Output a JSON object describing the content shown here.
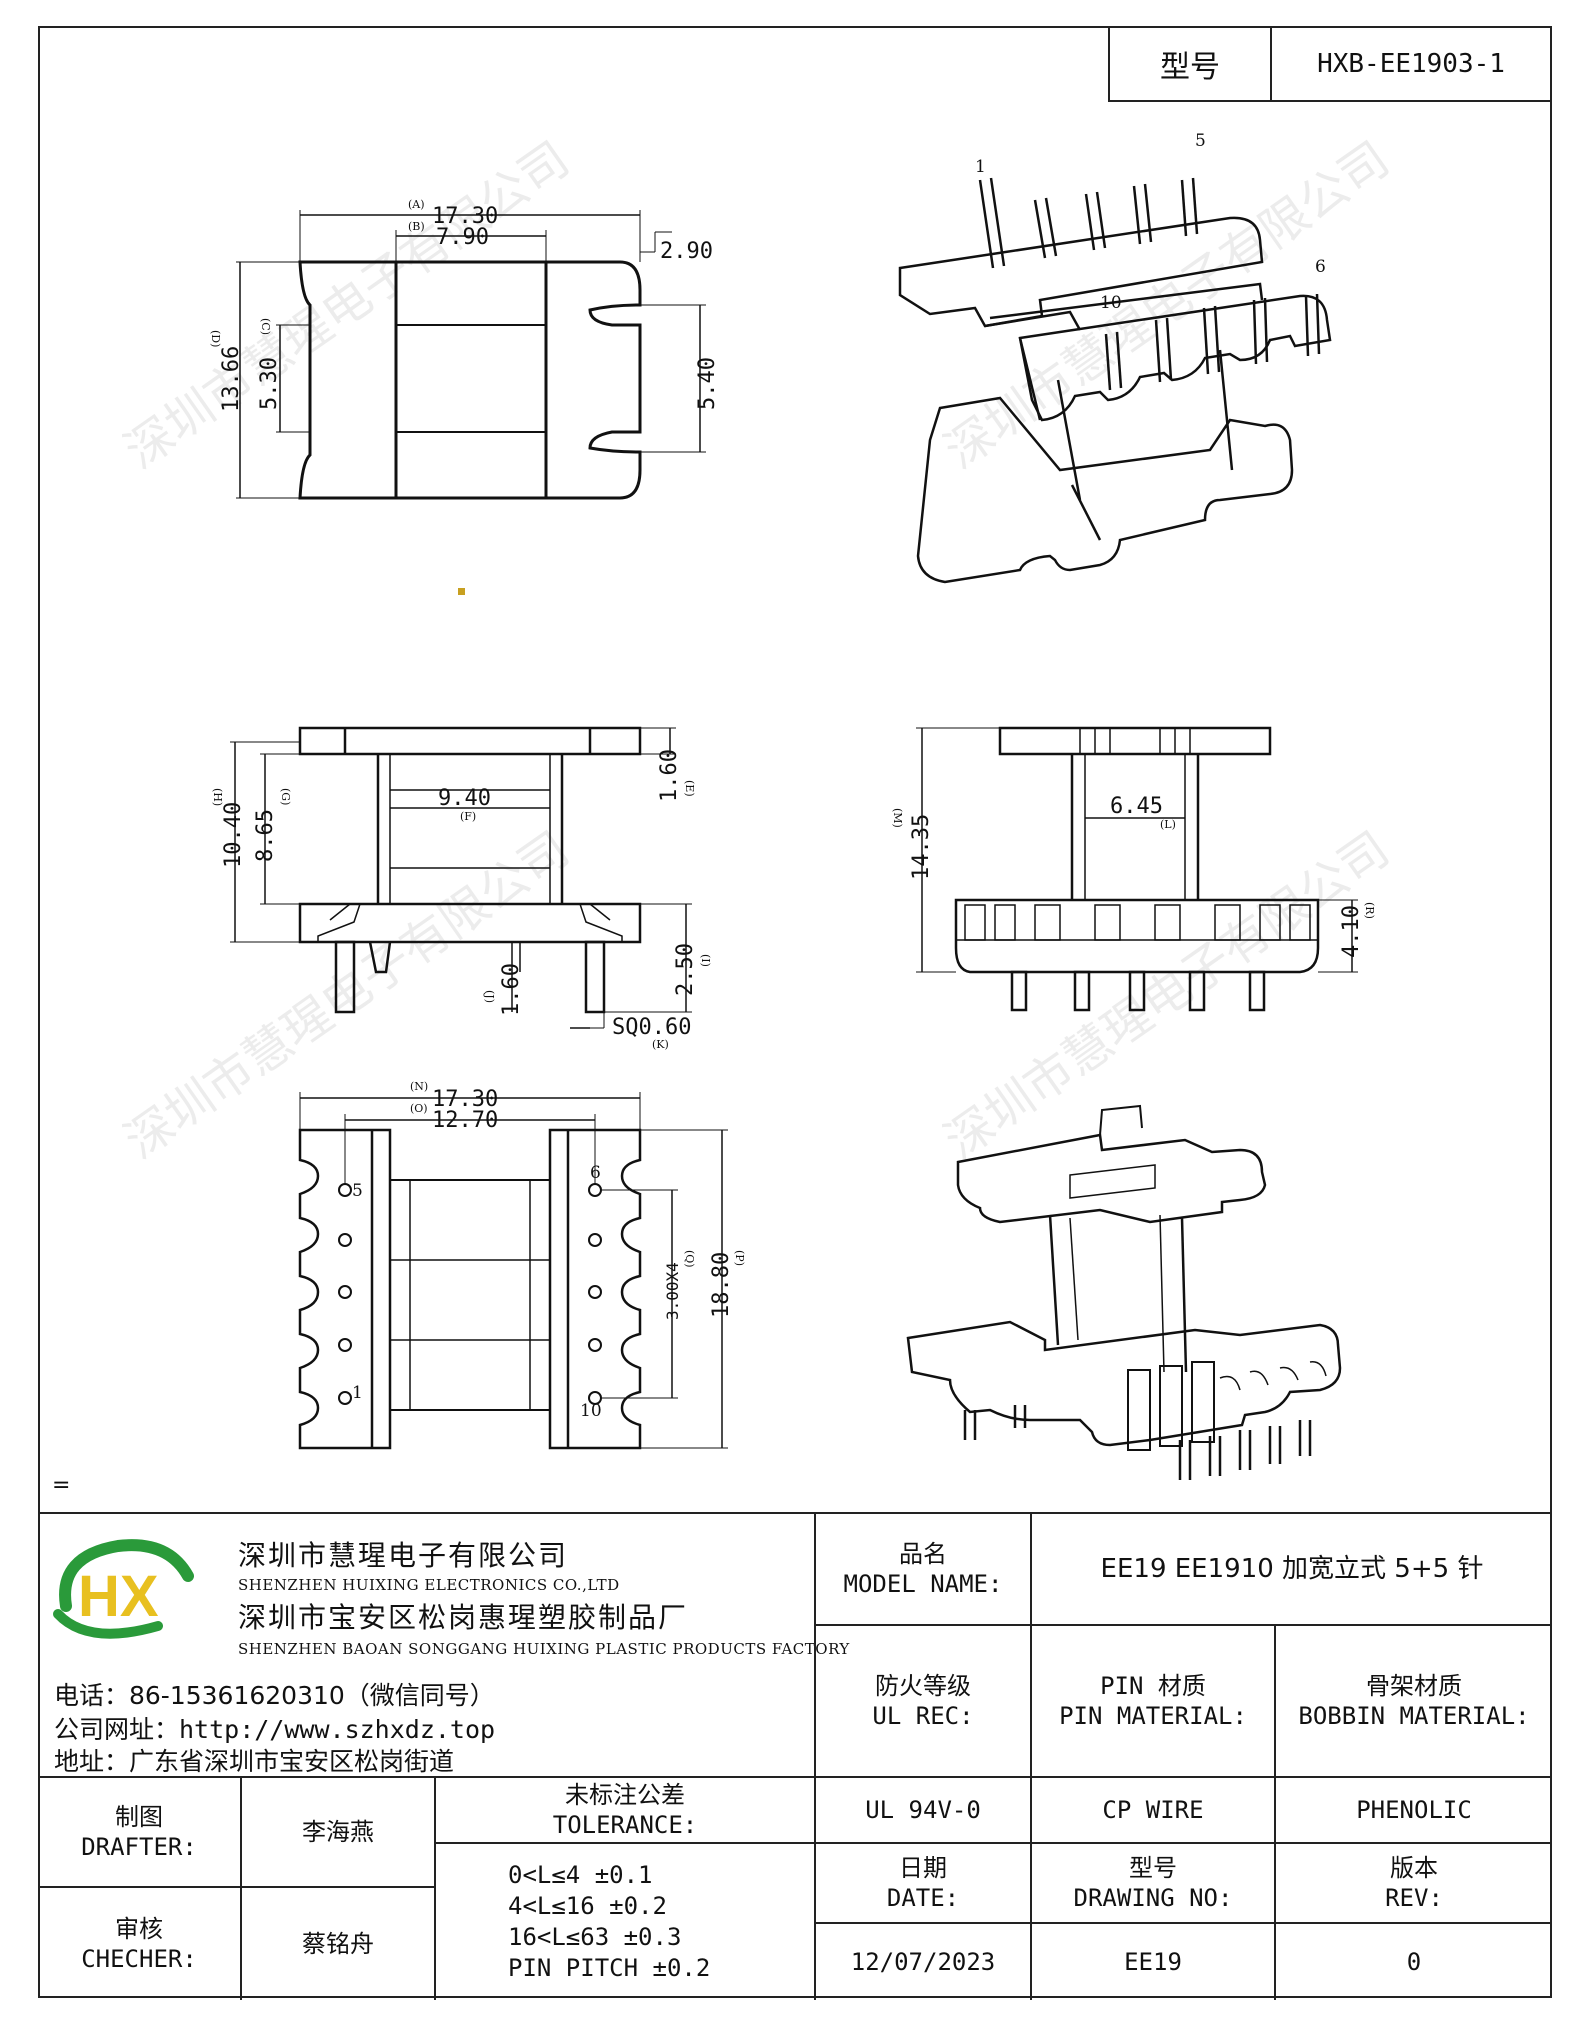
{
  "header": {
    "model_key": "型号",
    "model_value": "HXB-EE1903-1"
  },
  "views": {
    "top": {
      "a_label": "(A)",
      "a": "17.30",
      "b_label": "(B)",
      "b": "7.90",
      "right_top": "2.90",
      "d_label": "(D)",
      "d": "13.66",
      "c_label": "(C)",
      "c": "5.30",
      "right_slot": "5.40"
    },
    "front": {
      "h_label": "(H)",
      "h": "10.40",
      "g_label": "(G)",
      "g": "8.65",
      "f": "9.40",
      "f_label": "(F)",
      "e": "1.60",
      "e_label": "(E)",
      "i": "2.50",
      "i_label": "(I)",
      "j": "1.60",
      "j_label": "(J)",
      "k": "SQ0.60",
      "k_label": "(K)"
    },
    "side": {
      "height": "14.35",
      "height_label": "(M)",
      "l": "6.45",
      "l_label": "(L)",
      "r": "4.10",
      "r_label": "(R)"
    },
    "bottom": {
      "n_label": "(N)",
      "n": "17.30",
      "o_label": "(O)",
      "o": "12.70",
      "q": "3.00X4",
      "q_label": "(Q)",
      "p": "18.80",
      "p_label": "(P)",
      "pin5": "5",
      "pin6": "6",
      "pin1": "1",
      "pin10": "10"
    },
    "iso_top": {
      "pin1": "1",
      "pin5": "5",
      "pin6": "6",
      "pin10": "10"
    }
  },
  "watermark": "深圳市慧瑆电子有限公司",
  "misc_mark": "=",
  "company": {
    "name_cn": "深圳市慧瑆电子有限公司",
    "name_en": "SHENZHEN HUIXING ELECTRONICS CO.,LTD",
    "factory_cn": "深圳市宝安区松岗惠瑆塑胶制品厂",
    "factory_en": "SHENZHEN BAOAN SONGGANG HUIXING PLASTIC PRODUCTS FACTORY",
    "phone": "电话：86-15361620310（微信同号）",
    "website": "公司网址：http://www.szhxdz.top",
    "address": "地址：广东省深圳市宝安区松岗街道",
    "logo_text": "HX",
    "logo_green": "#2a9a3a",
    "logo_yellow": "#e8c020"
  },
  "title_block": {
    "model_name_cn": "品名",
    "model_name_en": "MODEL NAME:",
    "model_name_value": "EE19 EE1910 加宽立式 5+5 针",
    "ul_cn": "防火等级",
    "ul_en": "UL REC:",
    "pin_cn": "PIN 材质",
    "pin_en": "PIN MATERIAL:",
    "bobbin_cn": "骨架材质",
    "bobbin_en": "BOBBIN MATERIAL:",
    "ul_value": "UL 94V-0",
    "pin_value": "CP WIRE",
    "bobbin_value": "PHENOLIC",
    "drafter_cn": "制图",
    "drafter_en": "DRAFTER:",
    "drafter_value": "李海燕",
    "checker_cn": "审核",
    "checker_en": "CHECHER:",
    "checker_value": "蔡铭舟",
    "tolerance_cn": "未标注公差",
    "tolerance_en": "TOLERANCE:",
    "tolerance_lines": [
      "0<L≤4  ±0.1",
      "4<L≤16 ±0.2",
      "16<L≤63 ±0.3",
      "PIN PITCH ±0.2"
    ],
    "date_cn": "日期",
    "date_en": "DATE:",
    "date_value": "12/07/2023",
    "drawing_cn": "型号",
    "drawing_en": "DRAWING NO:",
    "drawing_value": "EE19",
    "rev_cn": "版本",
    "rev_en": "REV:",
    "rev_value": "0"
  }
}
